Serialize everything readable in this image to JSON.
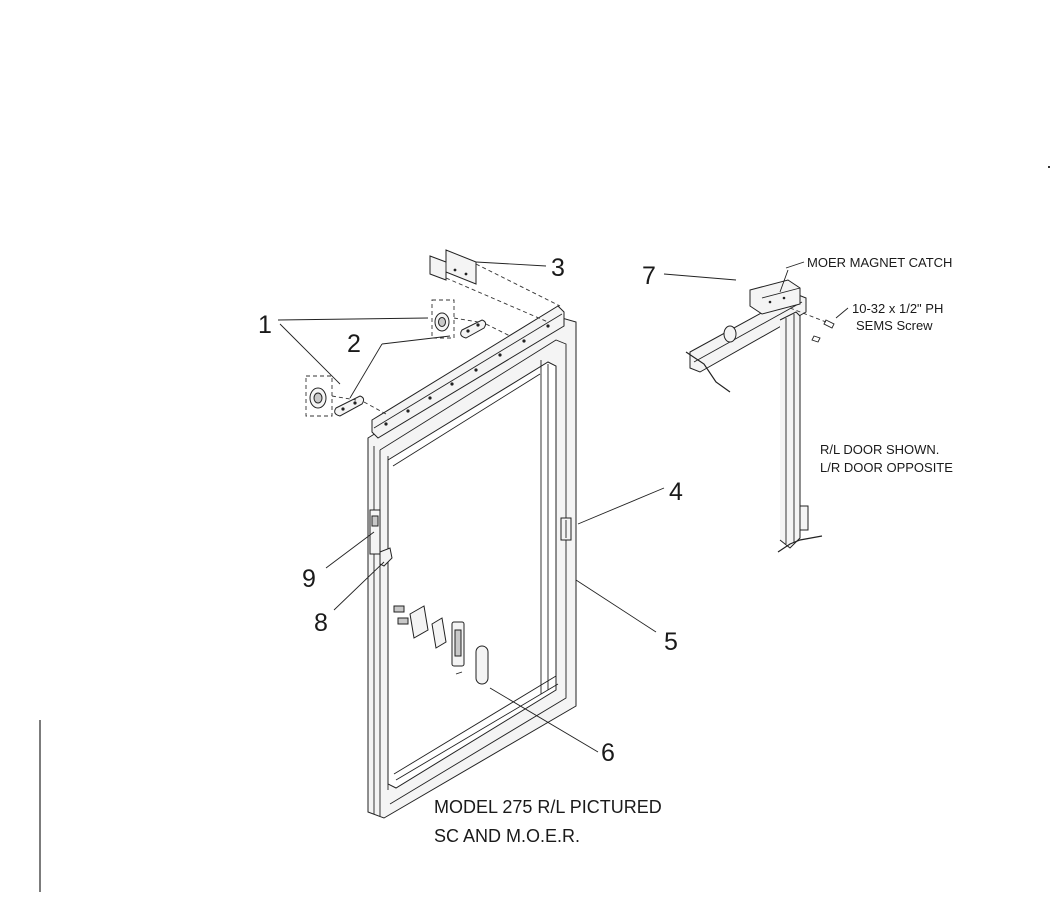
{
  "callouts": {
    "n1": "1",
    "n2": "2",
    "n3": "3",
    "n4": "4",
    "n5": "5",
    "n6": "6",
    "n7": "7",
    "n8": "8",
    "n9": "9"
  },
  "detail": {
    "catch_label": "MOER MAGNET CATCH",
    "screw_line1": "10-32 x 1/2\" PH",
    "screw_line2": "SEMS Screw",
    "door_note_line1": "R/L DOOR SHOWN.",
    "door_note_line2": "L/R DOOR OPPOSITE"
  },
  "caption": {
    "line1": "MODEL 275 R/L PICTURED",
    "line2": "SC AND M.O.E.R."
  }
}
